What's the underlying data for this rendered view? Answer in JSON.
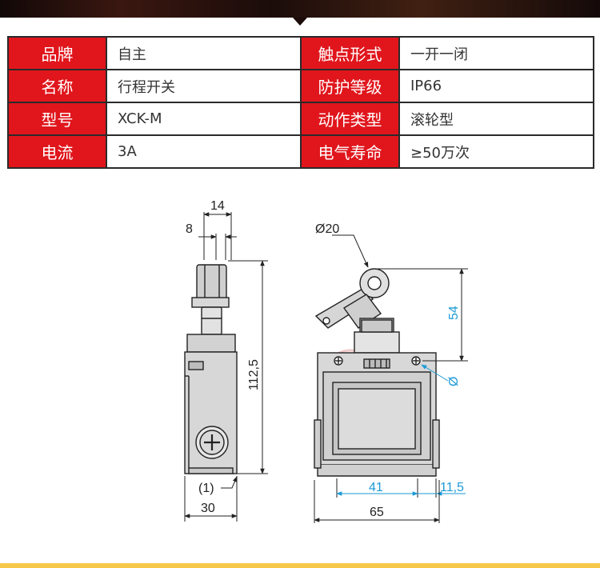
{
  "spec_table": {
    "rows": [
      {
        "k1": "品牌",
        "v1": "自主",
        "k2": "触点形式",
        "v2": "一开一闭"
      },
      {
        "k1": "名称",
        "v1": "行程开关",
        "k2": "防护等级",
        "v2": "IP66"
      },
      {
        "k1": "型号",
        "v1": "XCK-M",
        "k2": "动作类型",
        "v2": "滚轮型"
      },
      {
        "k1": "电流",
        "v1": "3A",
        "k2": "电气寿命",
        "v2": "≥50万次"
      }
    ]
  },
  "drawing": {
    "side_view": {
      "dim_14": "14",
      "dim_8": "8",
      "dim_112_5": "112,5",
      "callout_1": "(1)",
      "dim_30": "30"
    },
    "front_view": {
      "dim_d20": "Ø20",
      "dim_54": "54",
      "dim_hole": "Ø",
      "dim_41": "41",
      "dim_11_5": "11,5",
      "dim_65": "65",
      "accent_color": "#1a9ad6"
    }
  }
}
